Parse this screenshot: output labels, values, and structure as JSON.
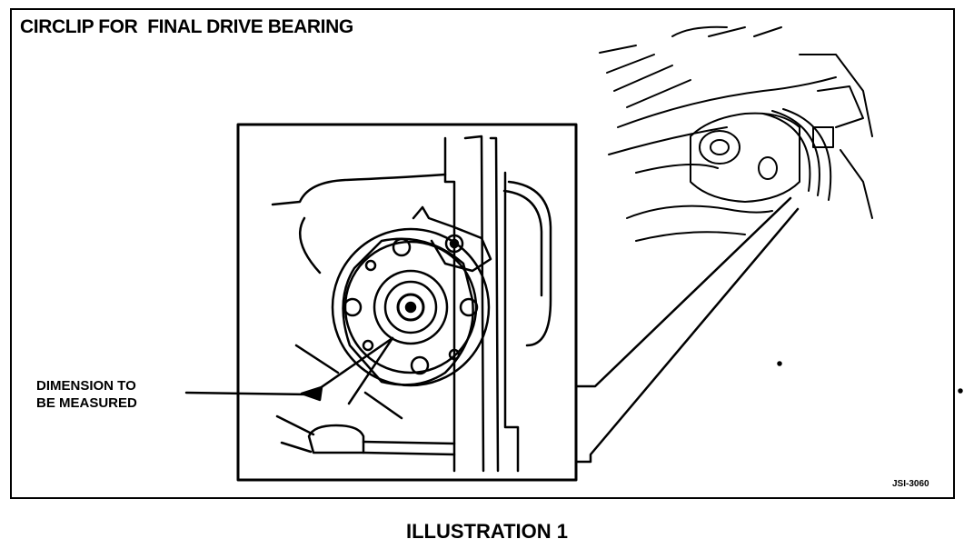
{
  "diagram": {
    "title": "CIRCLIP FOR  FINAL DRIVE BEARING",
    "callout": {
      "line1": "DIMENSION TO",
      "line2": "BE MEASURED"
    },
    "reference_code": "JSI-3060",
    "caption": "ILLUSTRATION 1"
  }
}
